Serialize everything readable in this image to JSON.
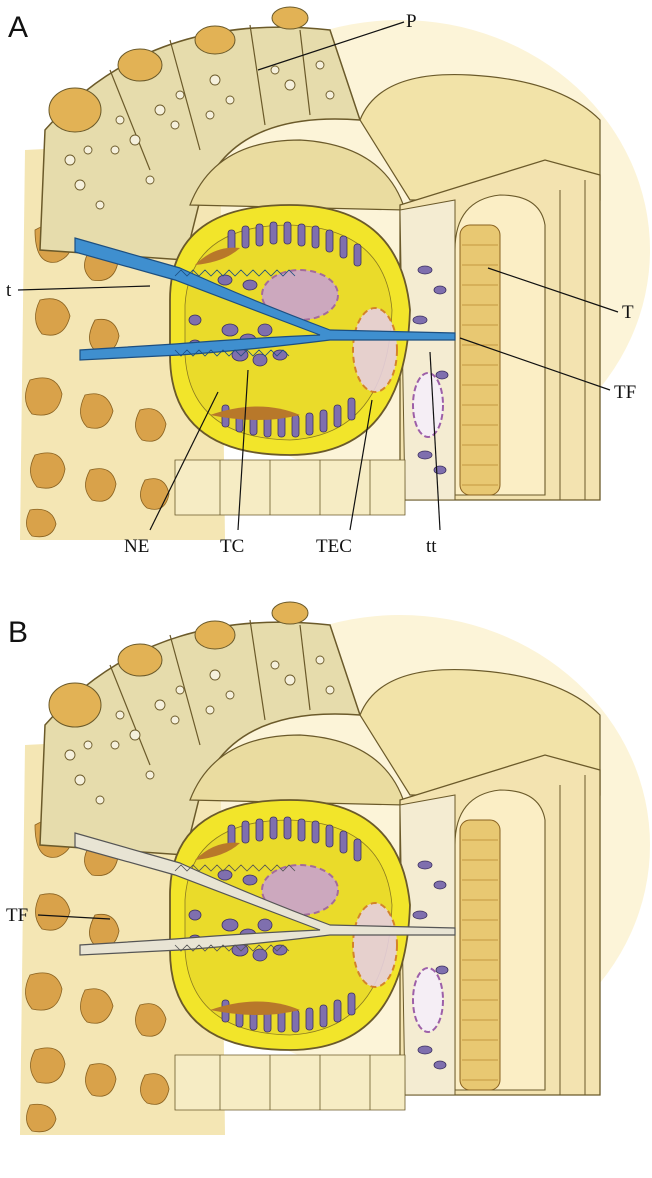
{
  "panels": [
    {
      "letter": "A",
      "labels": {
        "P": "P",
        "t": "t",
        "T": "T",
        "TF": "TF",
        "NE": "NE",
        "TC": "TC",
        "TEC": "TEC",
        "tt": "tt"
      },
      "filament_color": "#3f8fcf"
    },
    {
      "letter": "B",
      "labels": {
        "TF": "TF"
      },
      "filament_color": "#e8e4d4"
    }
  ],
  "colors": {
    "background": "#ffffff",
    "connective_tissue": "#d9a24a",
    "connective_matrix": "#f4e6b4",
    "epithelium": "#e6dcac",
    "tendon_cell": "#f2e52a",
    "mitochondria": "#7f6fae",
    "nucleus": "#c9a3cf",
    "tendon_fibers": "#e8c872",
    "cuticle": "#f3e3b0"
  }
}
